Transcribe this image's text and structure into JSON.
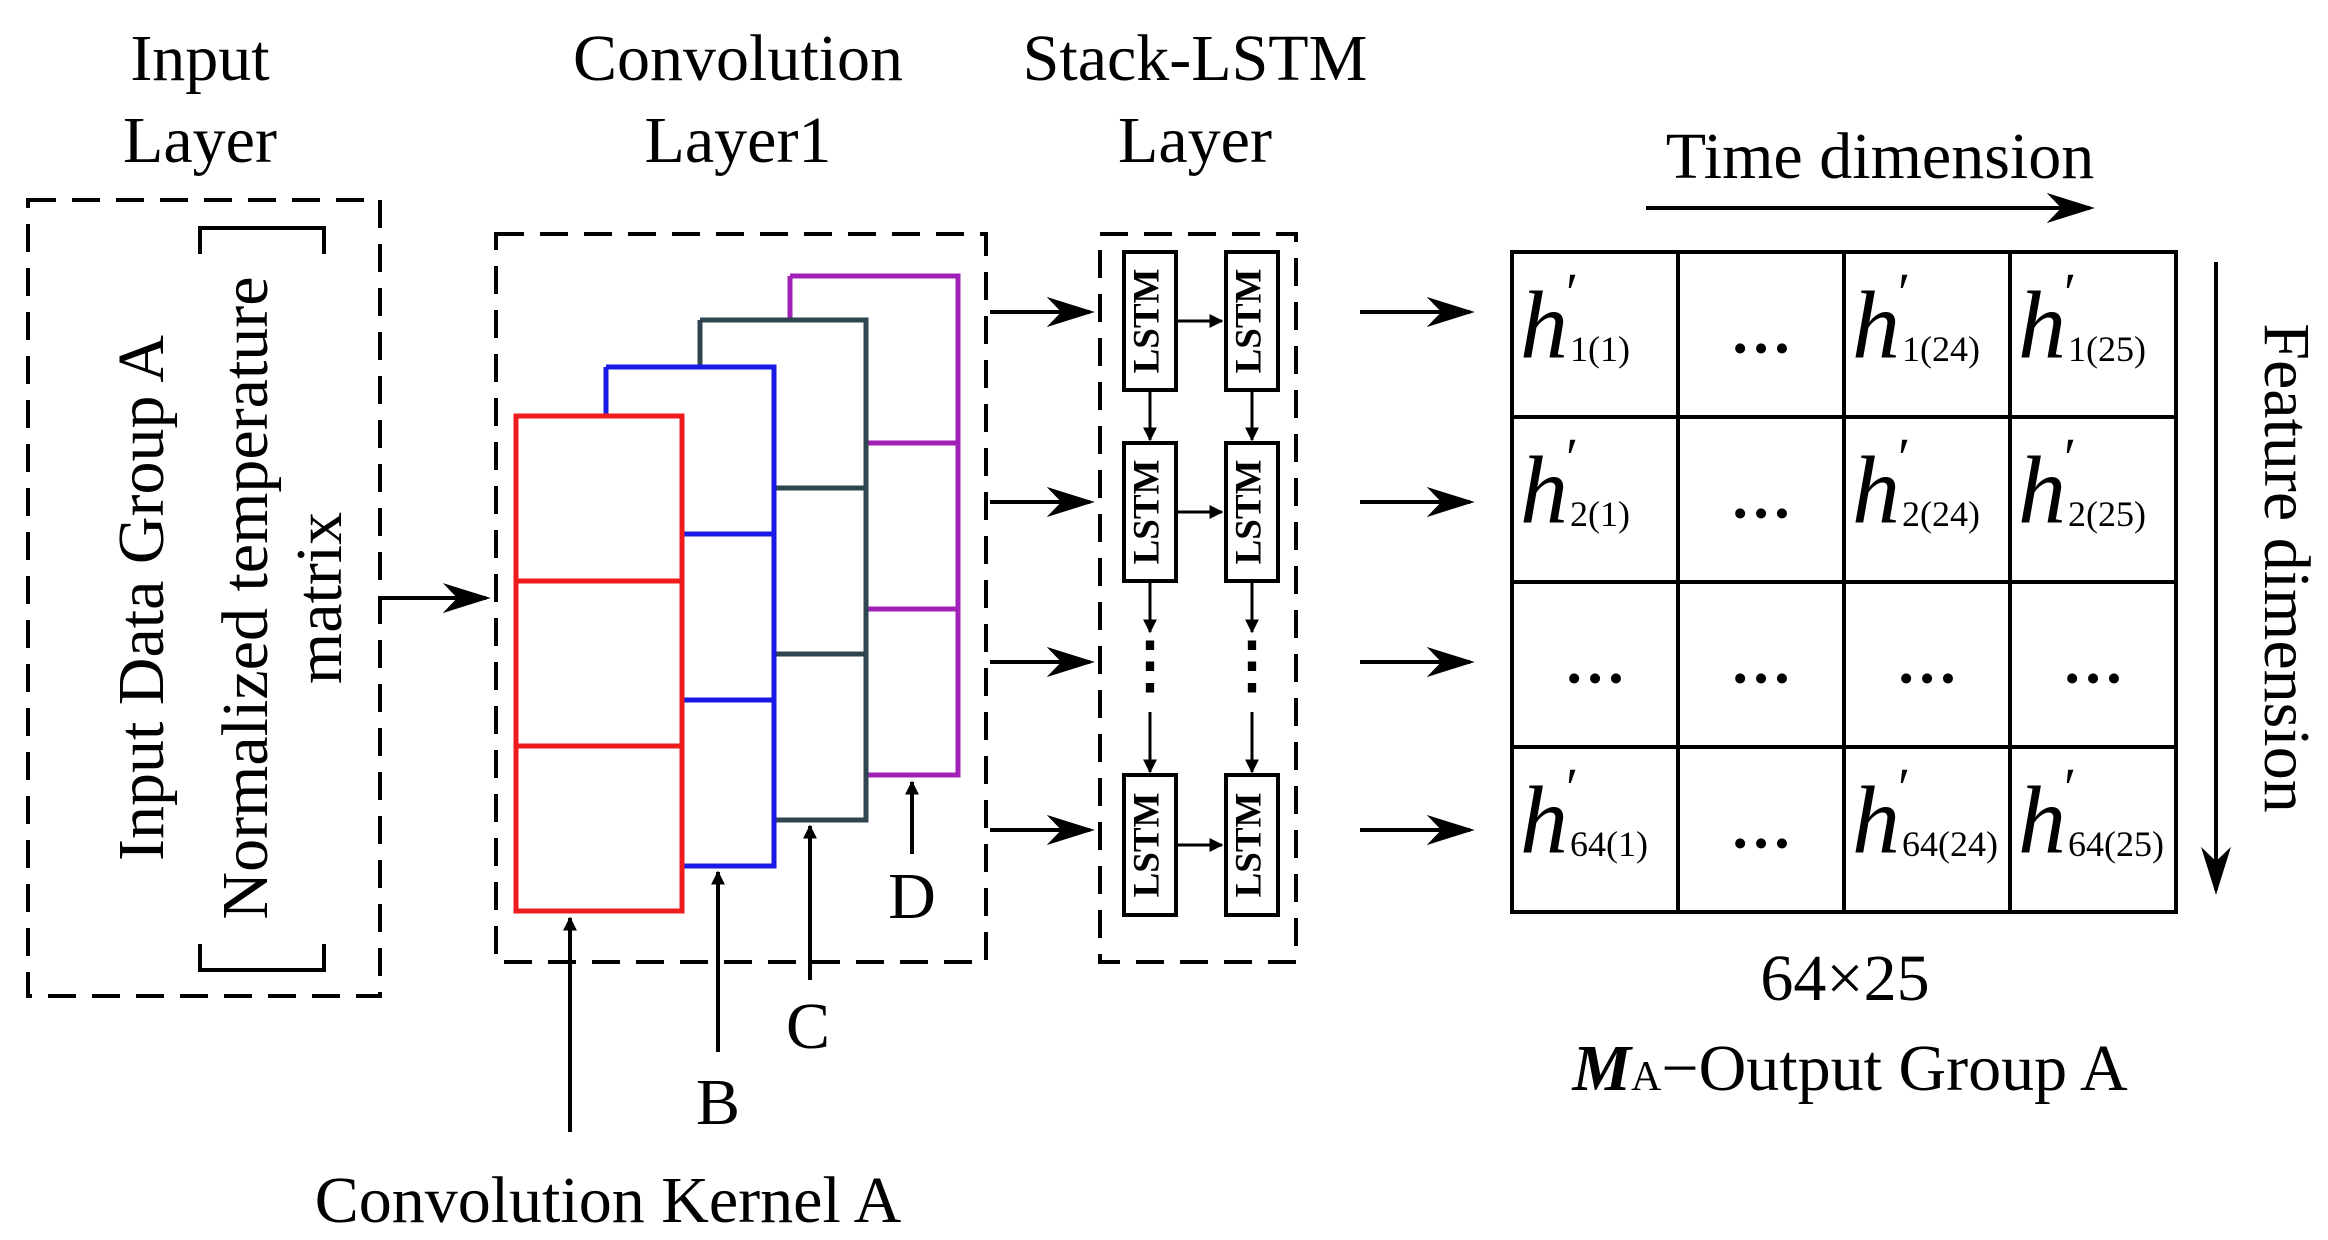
{
  "labels": {
    "input_layer": [
      "Input",
      "Layer"
    ],
    "conv_layer": [
      "Convolution",
      "Layer1"
    ],
    "lstm_layer": [
      "Stack-LSTM",
      "Layer"
    ],
    "input_group": "Input Data Group A",
    "matrix_line1": "Normalized temperature",
    "matrix_line2": "matrix",
    "time_dimension": "Time dimension",
    "feature_dimension": "Feature dimension",
    "size": "64×25",
    "output_symbol": "M",
    "output_subscript": "A",
    "output_label": "−Output Group A",
    "kernel_a": "Convolution Kernel A",
    "kernel_b": "B",
    "kernel_c": "C",
    "kernel_d": "D"
  },
  "lstm": {
    "cell_label": "LSTM",
    "ellipsis": "⋮"
  },
  "matrix": {
    "symbol": "h",
    "prime": "′",
    "rows": [
      [
        "1(1)",
        "…",
        "1(24)",
        "1(25)"
      ],
      [
        "2(1)",
        "…",
        "2(24)",
        "2(25)"
      ],
      [
        "…",
        "…",
        "…",
        "…"
      ],
      [
        "64(1)",
        "…",
        "64(24)",
        "64(25)"
      ]
    ]
  },
  "colors": {
    "kernel_a": "#ee1c1c",
    "kernel_b": "#1a1ae6",
    "kernel_c": "#2f4550",
    "kernel_d": "#a020b8"
  }
}
